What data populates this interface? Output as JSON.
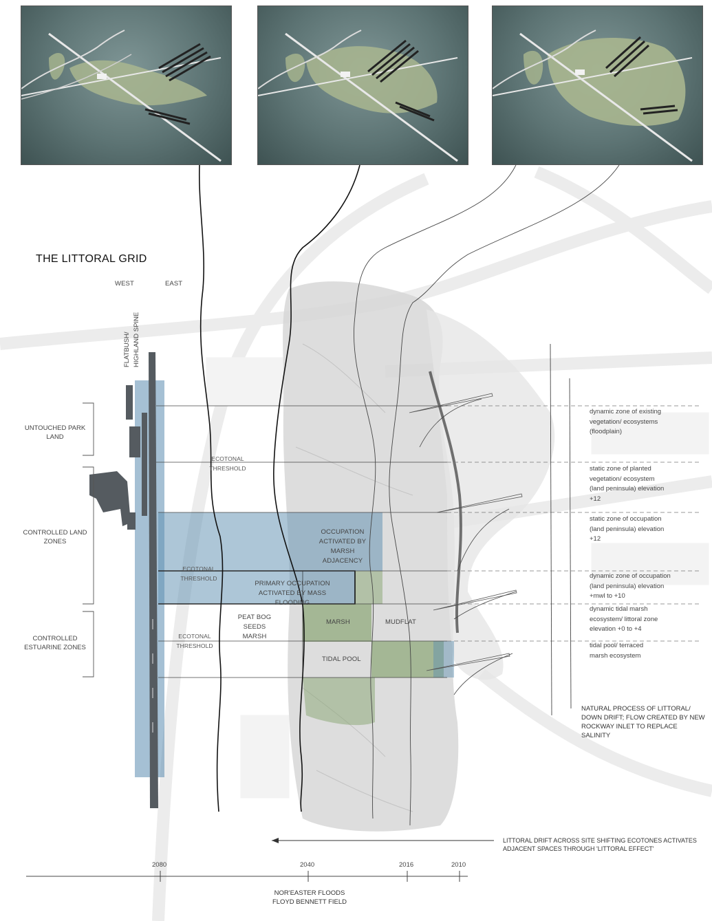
{
  "diagram": {
    "title": "THE LITTORAL GRID",
    "directions": {
      "west": "WEST",
      "east": "EAST"
    },
    "spine_label": "FLATBUSH/ HIGHLAND SPINE",
    "left_zones": [
      {
        "id": "untouched",
        "label": "UNTOUCHED PARK LAND"
      },
      {
        "id": "controlled-land",
        "label": "CONTROLLED LAND ZONES"
      },
      {
        "id": "controlled-estuarine",
        "label": "CONTROLLED ESTUARINE ZONES"
      }
    ],
    "thresholds": [
      "ECOTONAL THRESHOLD",
      "ECOTONAL THRESHOLD",
      "ECOTONAL THRESHOLD"
    ],
    "inner_labels": {
      "occupation_marsh": "OCCUPATION ACTIVATED BY MARSH ADJACENCY",
      "primary_occupation": "PRIMARY OCCUPATION ACTIVATED BY MASS FLOODING",
      "peat_bog": "PEAT BOG SEEDS MARSH",
      "marsh": "MARSH",
      "mudflat": "MUDFLAT",
      "tidal_pool": "TIDAL POOL"
    },
    "zone_descriptions": [
      "dynamic zone of existing vegetation/ ecosystems (floodplain)",
      "static zone of planted vegetation/ ecosystem (land peninsula) elevation +12",
      "static zone of occupation (land peninsula) elevation +12",
      "dynamic zone of occupation (land peninsula) elevation +mwl to +10",
      "dynamic tidal marsh ecosystem/ littoral zone elevation +0 to +4",
      "tidal pool/ terraced marsh ecosystem"
    ],
    "process_note": "NATURAL PROCESS OF LITTORAL/ DOWN DRIFT; FLOW CREATED BY NEW ROCKWAY INLET TO REPLACE SALINITY",
    "drift_note": "LITTORAL DRIFT ACROSS SITE SHIFTING ECOTONES ACTIVATES ADJACENT SPACES THROUGH 'LITTORAL EFFECT'",
    "timeline": {
      "years": [
        "2080",
        "2040",
        "2016",
        "2010"
      ],
      "caption_line1": "NOR'EASTER FLOODS",
      "caption_line2": "FLOYD BENNETT FIELD"
    }
  },
  "colors": {
    "blue_zone": "#5b8db0",
    "green_zone": "#7f9f66",
    "spine": "#555b60",
    "render_bg": "#5d7474",
    "land_green": "#a8b88d"
  }
}
